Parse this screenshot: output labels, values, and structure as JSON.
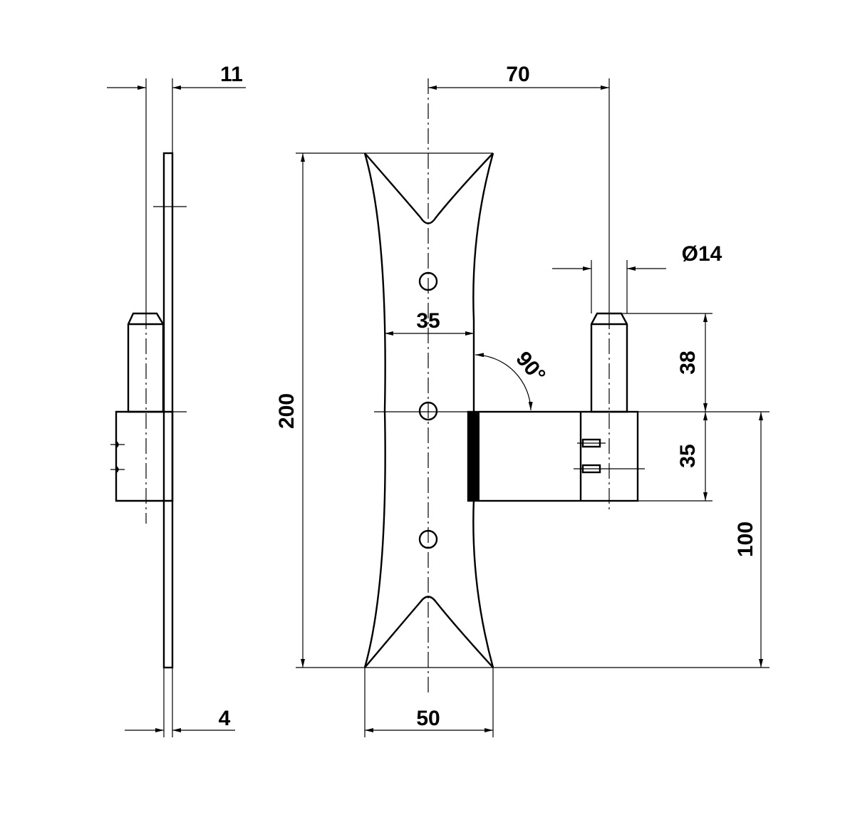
{
  "drawing": {
    "side_view": {
      "thickness_label": "11",
      "plate_label": "4"
    },
    "front_view": {
      "width_label": "70",
      "pin_diameter_label": "Ø14",
      "plate_inner_width_label": "35",
      "angle_label": "90°",
      "height_label": "200",
      "pin_height_label": "38",
      "block_height_label": "35",
      "offset_label": "100",
      "plate_width_label": "50"
    }
  }
}
